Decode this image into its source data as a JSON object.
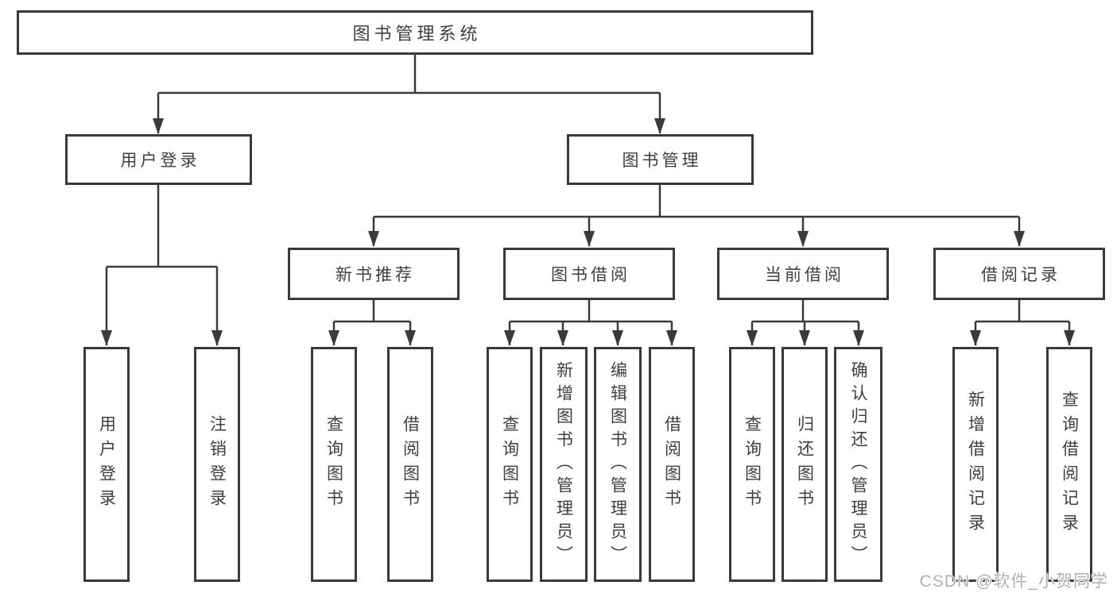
{
  "diagram": {
    "root": {
      "label": "图书管理系统"
    },
    "branches": [
      {
        "label": "用户登录",
        "children": [
          {
            "label": "用户登录"
          },
          {
            "label": "注销登录"
          }
        ]
      },
      {
        "label": "图书管理",
        "children": [
          {
            "label": "新书推荐",
            "children": [
              {
                "label": "查询图书"
              },
              {
                "label": "借阅图书"
              }
            ]
          },
          {
            "label": "图书借阅",
            "children": [
              {
                "label": "查询图书"
              },
              {
                "label": "新增图书（管理员）"
              },
              {
                "label": "编辑图书（管理员）"
              },
              {
                "label": "借阅图书"
              }
            ]
          },
          {
            "label": "当前借阅",
            "children": [
              {
                "label": "查询图书"
              },
              {
                "label": "归还图书"
              },
              {
                "label": "确认归还（管理员）"
              }
            ]
          },
          {
            "label": "借阅记录",
            "children": [
              {
                "label": "新增借阅记录"
              },
              {
                "label": "查询借阅记录"
              }
            ]
          }
        ]
      }
    ]
  },
  "watermark": {
    "text": "CSDN @软件_小贺同学"
  },
  "colors": {
    "line": "#3a3a3a",
    "text": "#3f3f3f",
    "background": "#ffffff",
    "watermark": "#b0b0b0"
  }
}
